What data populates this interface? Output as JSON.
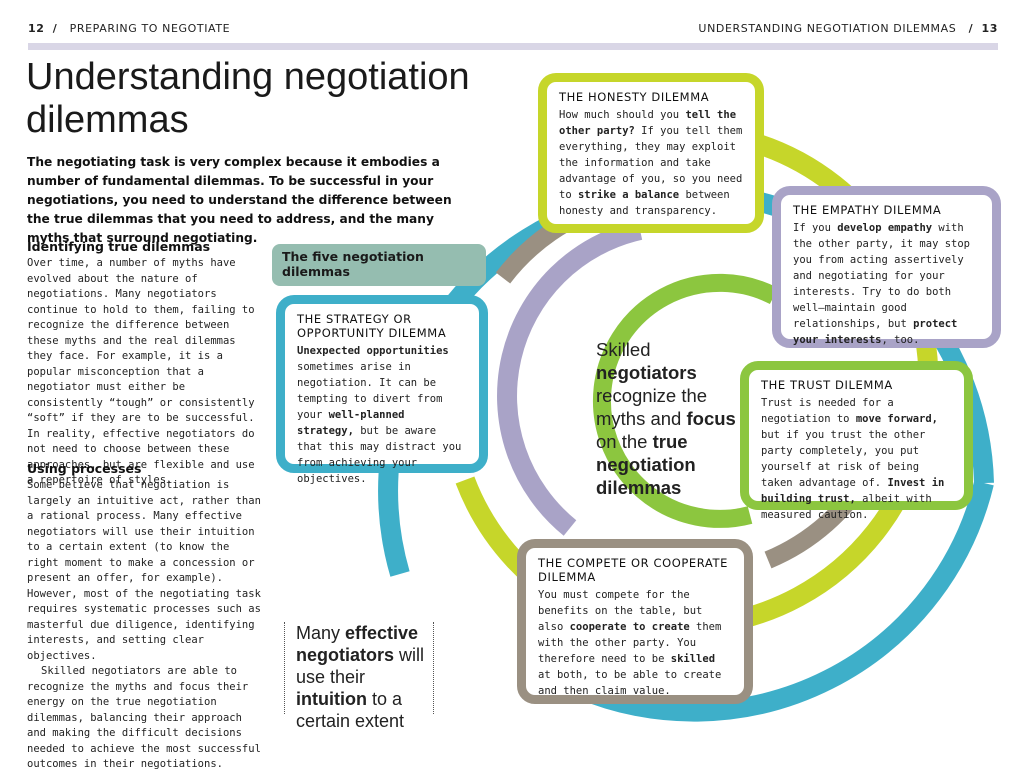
{
  "header": {
    "left_page": "12",
    "left_title": "PREPARING TO NEGOTIATE",
    "right_title": "UNDERSTANDING NEGOTIATION DILEMMAS",
    "right_page": "13",
    "separator": "/"
  },
  "title": "Understanding negotiation dilemmas",
  "intro": "The negotiating task is very complex because it embodies a number of fundamental dilemmas. To be successful in your negotiations, you need to understand the difference between the true dilemmas that you need to address, and the many myths that surround negotiating.",
  "section1": {
    "heading": "Identifying true dilemmas",
    "body": "Over time, a number of myths have evolved about the nature of negotiations. Many negotiators continue to hold to them, failing to recognize the difference between these myths and the real dilemmas they face. For example, it is a popular misconception that a negotiator must either be consistently “tough” or consistently “soft” if they are to be successful. In reality, effective negotiators do not need to choose between these approaches, but are flexible and use a repertoire of styles."
  },
  "section2": {
    "heading": "Using processes",
    "body1": "Some believe that negotiation is largely an intuitive act, rather than a rational process. Many effective negotiators will use their intuition to a certain extent (to know the right moment to make a concession or present an offer, for example). However, most of the negotiating task requires systematic processes such as masterful due diligence, identifying interests, and setting clear objectives.",
    "body2": "Skilled negotiators are able to recognize the myths and focus their energy on the true negotiation dilemmas, balancing their approach and making the difficult decisions needed to achieve the most successful outcomes in their negotiations."
  },
  "pill": "The five negotiation dilemmas",
  "quote": {
    "p1": "Many ",
    "b1": "effective negotiators",
    "p2": " will use their ",
    "b2": "intuition",
    "p3": " to a certain extent"
  },
  "center": {
    "p1": "Skilled ",
    "b1": "negotiators",
    "p2": " recognize the myths and ",
    "b2": "focus",
    "p3": " on the ",
    "b3": "true negotiation dilemmas"
  },
  "dilemmas": {
    "strategy": {
      "title": "THE STRATEGY OR OPPORTUNITY DILEMMA",
      "b1": "Unexpected opportunities",
      "t1": " sometimes arise in negotiation. It can be tempting to divert from your ",
      "b2": "well-planned strategy,",
      "t2": " but be aware that this may distract you from achieving your objectives."
    },
    "honesty": {
      "title": "THE HONESTY DILEMMA",
      "t1": "How much should you ",
      "b1": "tell the other party?",
      "t2": " If you tell them everything, they may exploit the information and take advantage of you, so you need to ",
      "b2": "strike a balance",
      "t3": " between honesty and transparency."
    },
    "empathy": {
      "title": "THE EMPATHY DILEMMA",
      "t1": "If you ",
      "b1": "develop empathy",
      "t2": " with the other party, it may stop you from acting assertively and negotiating for your interests. Try to do both well—maintain good relationships, but ",
      "b2": "protect your interests",
      "t3": ", too."
    },
    "trust": {
      "title": "THE TRUST DILEMMA",
      "t1": "Trust is needed for a negotiation to ",
      "b1": "move forward,",
      "t2": " but if you trust the other party completely, you put yourself at risk of being taken advantage of. ",
      "b2": "Invest in building trust,",
      "t3": " albeit with measured caution."
    },
    "compete": {
      "title": "THE COMPETE OR COOPERATE DILEMMA",
      "t1": "You must compete for the benefits on the table, but also ",
      "b1": "cooperate to create",
      "t2": " them with the other party. You therefore need to be ",
      "b2": "skilled",
      "t3": " at both, to be able to create and then claim value."
    }
  },
  "colors": {
    "blue": "#3eafc9",
    "lime": "#c6d62a",
    "green": "#8cc63f",
    "lavender": "#a9a3c7",
    "taupe": "#9a9082",
    "teal": "#95bdb0",
    "rule": "#d9d6e6"
  }
}
